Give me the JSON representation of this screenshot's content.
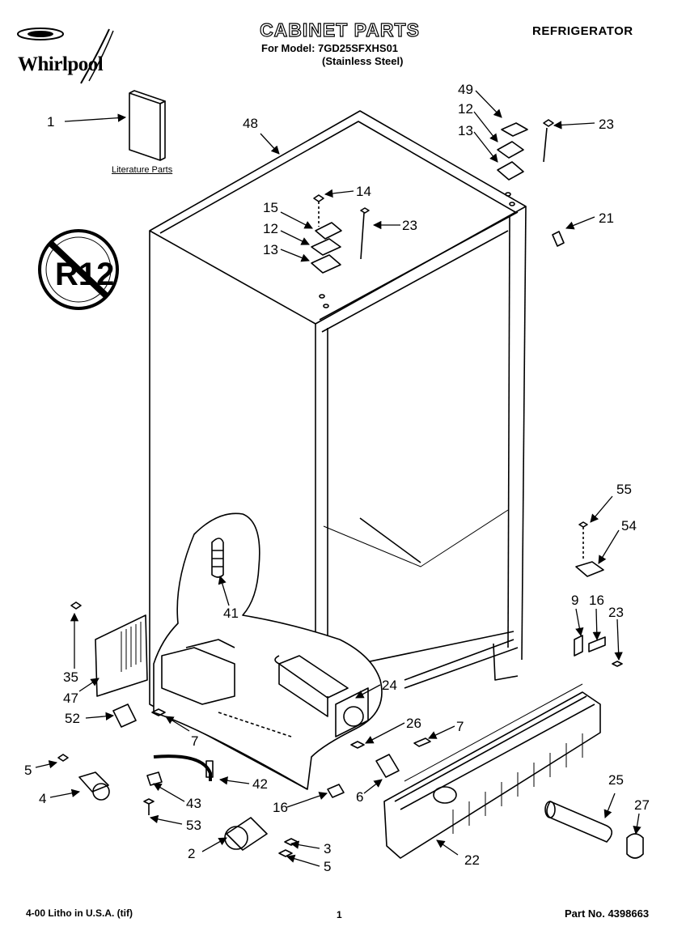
{
  "header": {
    "brand": "Whirlpool",
    "title": "CABINET PARTS",
    "model_line": "For Model: 7GD25SFXHS01",
    "model_sub": "(Stainless Steel)",
    "appliance": "REFRIGERATOR"
  },
  "literature_label": "Literature Parts",
  "no_r12_badge": "R12",
  "footer": {
    "litho": "4-00 Litho in U.S.A. (tif)",
    "page": "1",
    "part_no": "Part No. 4398663"
  },
  "callouts": [
    {
      "id": "c1",
      "label": "1"
    },
    {
      "id": "c48",
      "label": "48"
    },
    {
      "id": "c49",
      "label": "49"
    },
    {
      "id": "c12a",
      "label": "12"
    },
    {
      "id": "c13a",
      "label": "13"
    },
    {
      "id": "c23a",
      "label": "23"
    },
    {
      "id": "c14",
      "label": "14"
    },
    {
      "id": "c15",
      "label": "15"
    },
    {
      "id": "c12b",
      "label": "12"
    },
    {
      "id": "c13b",
      "label": "13"
    },
    {
      "id": "c23b",
      "label": "23"
    },
    {
      "id": "c21",
      "label": "21"
    },
    {
      "id": "c55",
      "label": "55"
    },
    {
      "id": "c54",
      "label": "54"
    },
    {
      "id": "c41",
      "label": "41"
    },
    {
      "id": "c9",
      "label": "9"
    },
    {
      "id": "c16a",
      "label": "16"
    },
    {
      "id": "c23c",
      "label": "23"
    },
    {
      "id": "c35",
      "label": "35"
    },
    {
      "id": "c47",
      "label": "47"
    },
    {
      "id": "c24",
      "label": "24"
    },
    {
      "id": "c52",
      "label": "52"
    },
    {
      "id": "c26",
      "label": "26"
    },
    {
      "id": "c7a",
      "label": "7"
    },
    {
      "id": "c7b",
      "label": "7"
    },
    {
      "id": "c5a",
      "label": "5"
    },
    {
      "id": "c42",
      "label": "42"
    },
    {
      "id": "c4",
      "label": "4"
    },
    {
      "id": "c43",
      "label": "43"
    },
    {
      "id": "c16b",
      "label": "16"
    },
    {
      "id": "c6",
      "label": "6"
    },
    {
      "id": "c25",
      "label": "25"
    },
    {
      "id": "c27",
      "label": "27"
    },
    {
      "id": "c53",
      "label": "53"
    },
    {
      "id": "c3",
      "label": "3"
    },
    {
      "id": "c2",
      "label": "2"
    },
    {
      "id": "c5b",
      "label": "5"
    },
    {
      "id": "c22",
      "label": "22"
    }
  ]
}
